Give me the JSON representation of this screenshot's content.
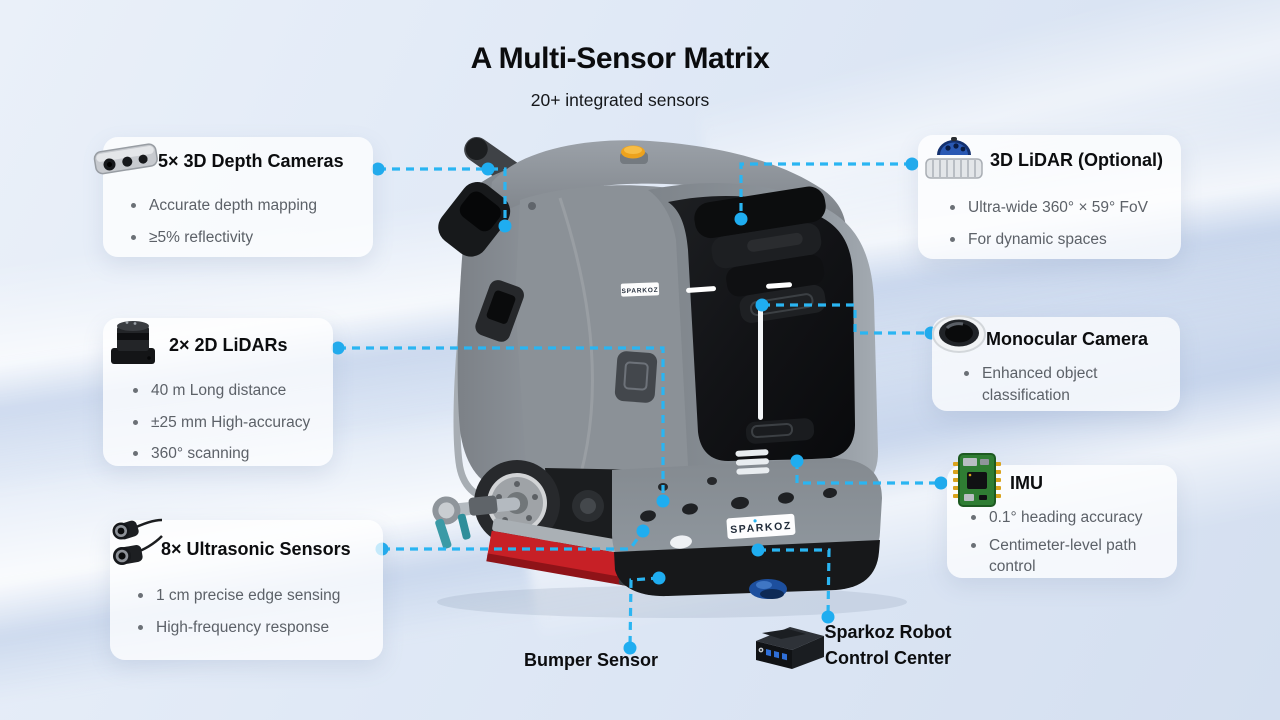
{
  "page": {
    "title": "A Multi-Sensor Matrix",
    "subtitle": "20+ integrated sensors"
  },
  "colors": {
    "accent_line": "#2ab5f2",
    "accent_dot": "#1fadf0",
    "card_background": "rgba(255,255,255,0.74)",
    "squeegee_red": "#c72026",
    "caster_blue": "#1d4f9e"
  },
  "robot": {
    "brand": "SPARKOZ"
  },
  "cards": {
    "depth_cameras": {
      "icon": "depth-camera-icon",
      "title": "5× 3D Depth Cameras",
      "bullets": [
        "Accurate depth mapping",
        "≥5% reflectivity"
      ]
    },
    "lidar_2d": {
      "icon": "lidar-2d-icon",
      "title": "2× 2D LiDARs",
      "bullets": [
        "40 m Long distance",
        "±25 mm High-accuracy",
        "360° scanning"
      ]
    },
    "ultrasonic": {
      "icon": "ultrasonic-icon",
      "title": "8× Ultrasonic Sensors",
      "bullets": [
        "1 cm precise edge sensing",
        "High-frequency response"
      ]
    },
    "lidar_3d": {
      "icon": "lidar-3d-icon",
      "title": "3D LiDAR (Optional)",
      "bullets": [
        "Ultra-wide 360° × 59° FoV",
        "For dynamic spaces"
      ]
    },
    "monocular": {
      "icon": "monocular-camera-icon",
      "title": "Monocular Camera",
      "bullets": [
        "Enhanced object classification"
      ]
    },
    "imu": {
      "icon": "imu-icon",
      "title": "IMU",
      "bullets": [
        "0.1° heading accuracy",
        "Centimeter-level path control"
      ]
    }
  },
  "callouts": {
    "bumper": "Bumper Sensor",
    "control_center": [
      "Sparkoz Robot",
      "Control Center"
    ]
  }
}
